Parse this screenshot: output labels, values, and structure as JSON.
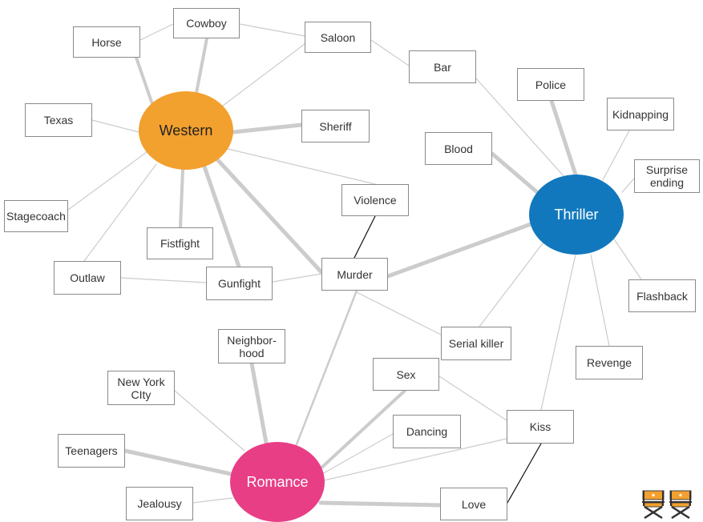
{
  "colors": {
    "western": "#f2a02e",
    "thriller": "#1178bd",
    "romance": "#e83e86",
    "edge": "#cccccc",
    "edge_dark": "#111111"
  },
  "hubs": {
    "western": "Western",
    "thriller": "Thriller",
    "romance": "Romance"
  },
  "nodes": {
    "cowboy": "Cowboy",
    "horse": "Horse",
    "saloon": "Saloon",
    "bar": "Bar",
    "police": "Police",
    "texas": "Texas",
    "sheriff": "Sheriff",
    "kidnapping": "Kidnapping",
    "blood": "Blood",
    "surprise_ending": "Surprise\nending",
    "violence": "Violence",
    "stagecoach": "Stagecoach",
    "fistfight": "Fistfight",
    "outlaw": "Outlaw",
    "gunfight": "Gunfight",
    "murder": "Murder",
    "flashback": "Flashback",
    "serial_killer": "Serial killer",
    "neighborhood": "Neighbor-\nhood",
    "revenge": "Revenge",
    "new_york_city": "New York\nCIty",
    "sex": "Sex",
    "dancing": "Dancing",
    "kiss": "Kiss",
    "teenagers": "Teenagers",
    "jealousy": "Jealousy",
    "love": "Love"
  },
  "logo_icon": "directors-chairs-icon"
}
